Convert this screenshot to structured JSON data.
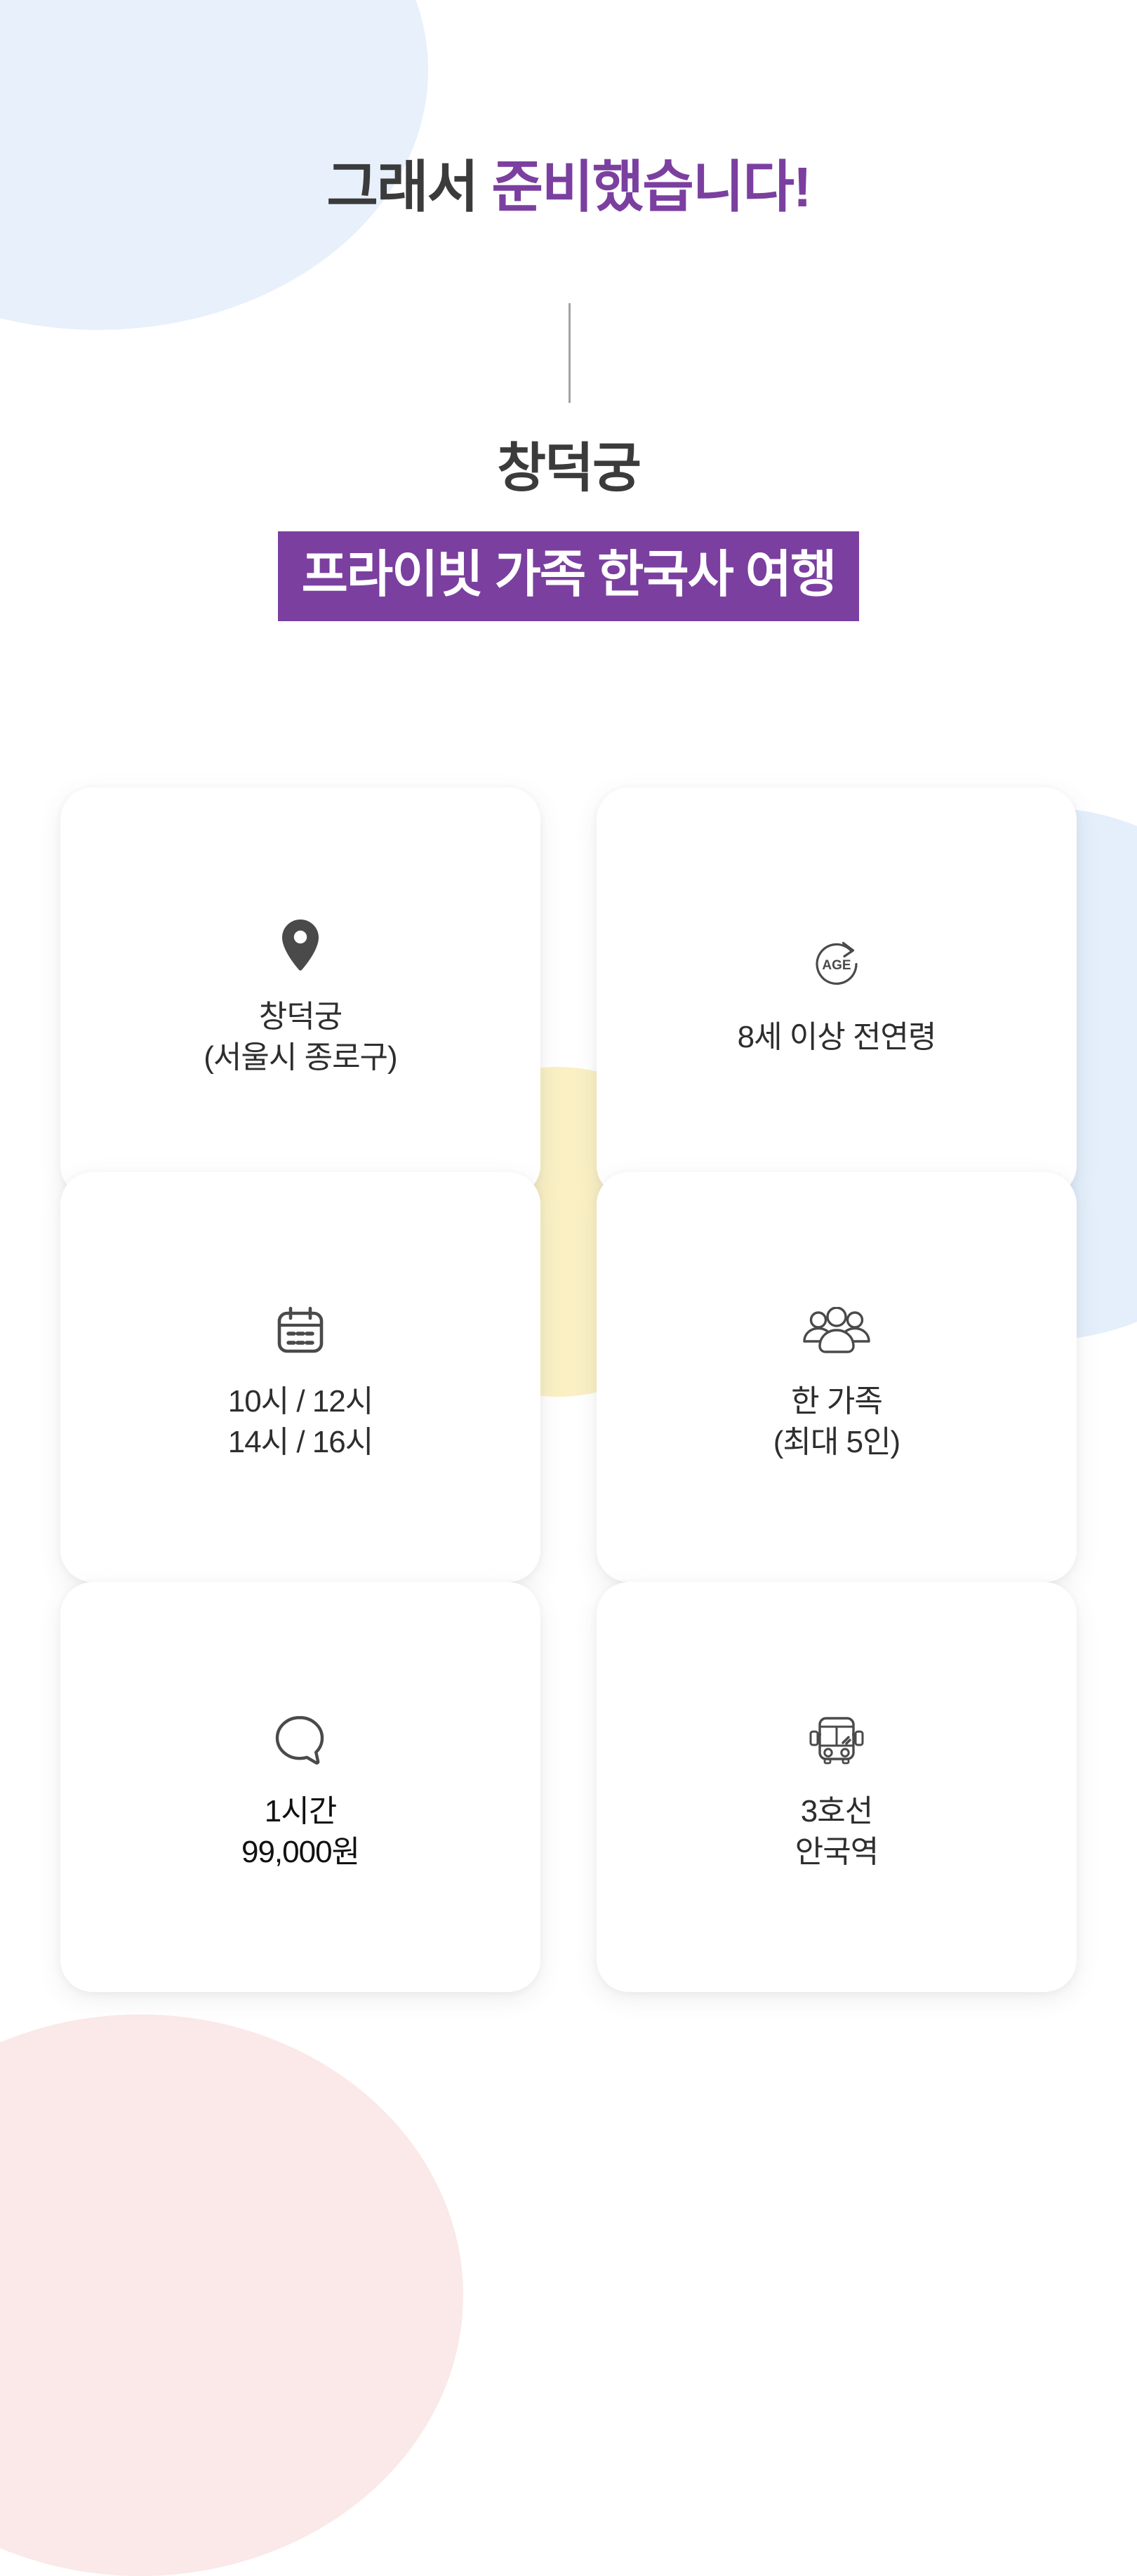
{
  "colors": {
    "accent_purple": "#7B3FA0",
    "headline_dark": "#3B3B3B",
    "banner_text": "#FFFFFF",
    "card_bg": "#FFFFFF",
    "blob_blue": "#E7F0FB",
    "blob_blue_right": "#E4EFFB",
    "blob_yellow": "#FAF0C4",
    "blob_pink": "#FAE9E8",
    "icon_gray": "#4A4A4A",
    "divider_gray": "#A3A3A3"
  },
  "headline": {
    "part_dark": "그래서 ",
    "part_accent": "준비했습니다!"
  },
  "title": {
    "main": "창덕궁",
    "banner": "프라이빗 가족 한국사 여행"
  },
  "cards": [
    {
      "icon": "map-pin-icon",
      "text": "창덕궁\n(서울시 종로구)"
    },
    {
      "icon": "age-icon",
      "icon_label": "AGE",
      "text": "8세 이상 전연령"
    },
    {
      "icon": "calendar-icon",
      "text": "10시 / 12시\n14시 / 16시"
    },
    {
      "icon": "people-group-icon",
      "text": "한 가족\n(최대 5인)"
    },
    {
      "icon": "speech-bubble-icon",
      "text": "1시간\n99,000원"
    },
    {
      "icon": "bus-icon",
      "text": "3호선\n안국역"
    }
  ]
}
